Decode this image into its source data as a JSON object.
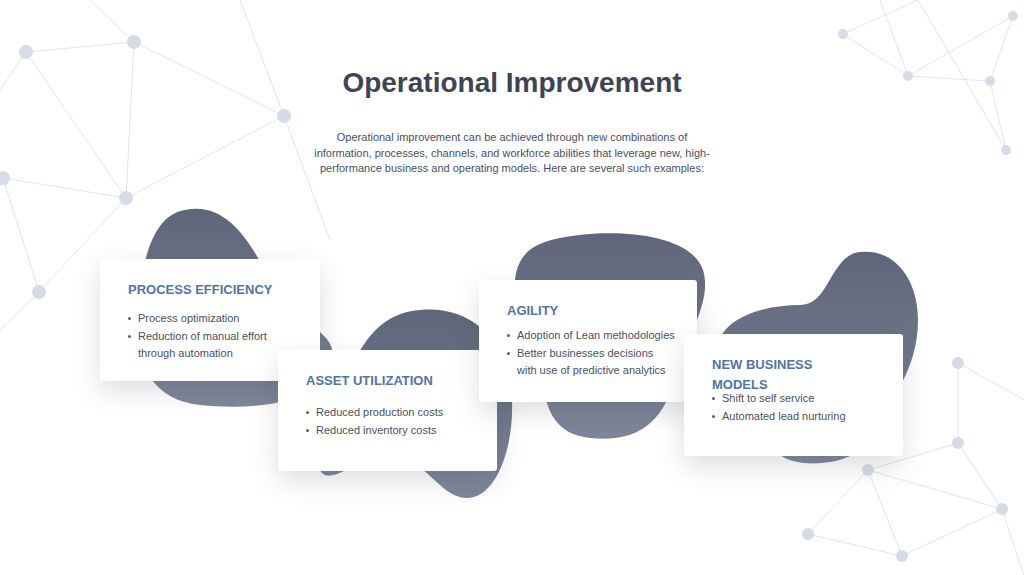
{
  "diagram": {
    "title": "Operational Improvement",
    "caption": "Operational improvement can be achieved through new combinations of information, processes, channels, and workforce abilities that leverage new, high-performance business and operating models. Here are several such examples:",
    "nodes": [
      {
        "text": [
          "PROCESS EFFICIENCY",
          "Process optimization",
          "Reduction of manual effort through automation"
        ]
      },
      {
        "text": [
          "ASSET UTILIZATION",
          "Reduced production costs",
          "Reduced inventory costs"
        ]
      },
      {
        "text": [
          "AGILITY",
          "Adoption of Lean methodologies",
          "Better businesses decisions with use of predictive analytics"
        ]
      },
      {
        "text": [
          "NEW BUSINESS MODELS",
          "Shift to self service",
          "Automated lead nurturing"
        ]
      }
    ]
  }
}
